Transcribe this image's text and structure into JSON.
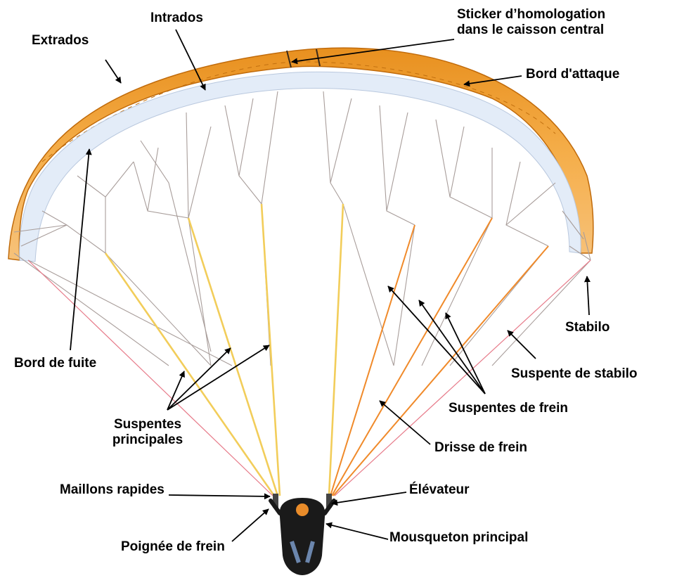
{
  "labels": {
    "extrados": "Extrados",
    "intrados": "Intrados",
    "sticker_line1": "Sticker d’homologation",
    "sticker_line2": "dans le caisson central",
    "bord_attaque": "Bord d'attaque",
    "bord_fuite": "Bord de fuite",
    "stabilo": "Stabilo",
    "suspente_stabilo": "Suspente de stabilo",
    "suspentes_principales_line1": "Suspentes",
    "suspentes_principales_line2": "principales",
    "suspentes_frein": "Suspentes de frein",
    "drisse_frein": "Drisse de frein",
    "maillons_rapides": "Maillons rapides",
    "elevateur": "Élévateur",
    "poignee_frein": "Poignée de frein",
    "mousqueton_principal": "Mousqueton principal"
  },
  "colors": {
    "canopy_top": "#f0a23a",
    "canopy_dark": "#d27a12",
    "canopy_underside": "#dfe9f7",
    "line_grey": "#9c8f8c",
    "line_yellow": "#f2cd5a",
    "line_orange": "#f08a2a",
    "line_pink": "#e77b8a",
    "pilot": "#1a1a1a",
    "pilot_helmet": "#e98c2a"
  },
  "icons": {
    "arrow": "arrowhead"
  }
}
